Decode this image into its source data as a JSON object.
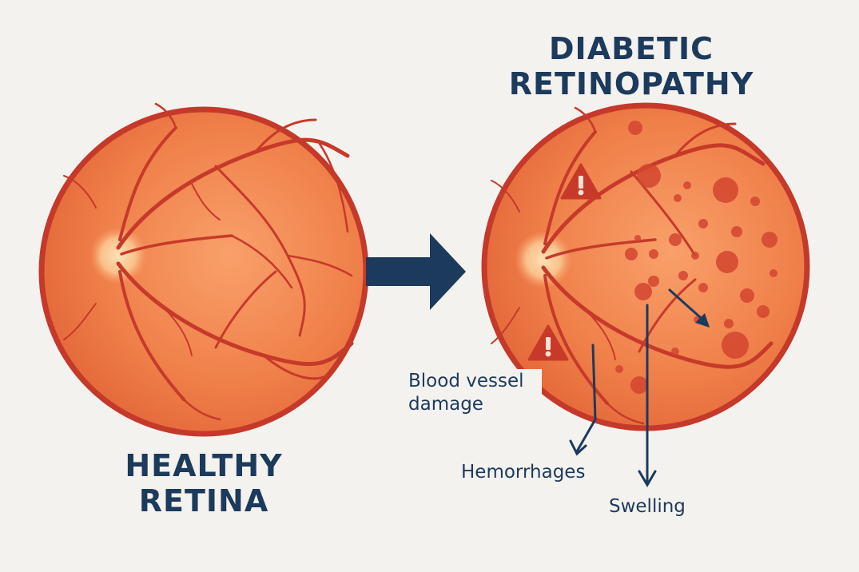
{
  "titles": {
    "healthy": {
      "line1": "HEALTHY",
      "line2": "RETINA"
    },
    "diabetic": {
      "line1": "DIABETIC",
      "line2": "RETINOPATHY"
    }
  },
  "labels": {
    "blood_vessel_damage": {
      "line1": "Blood vessel",
      "line2": "damage"
    },
    "hemorrhages": "Hemorrhages",
    "swelling": "Swelling"
  },
  "colors": {
    "background": "#f4f2ee",
    "retina_fill": "#ee7a44",
    "retina_rim": "#c5392a",
    "vessel": "#c63a2a",
    "spot": "#d2452f",
    "warning": "#c73a2a",
    "arrow": "#1c3a5c",
    "text": "#1c3a5c"
  },
  "icons": {
    "progression": "right-arrow-icon",
    "warning": "warning-triangle-icon"
  }
}
